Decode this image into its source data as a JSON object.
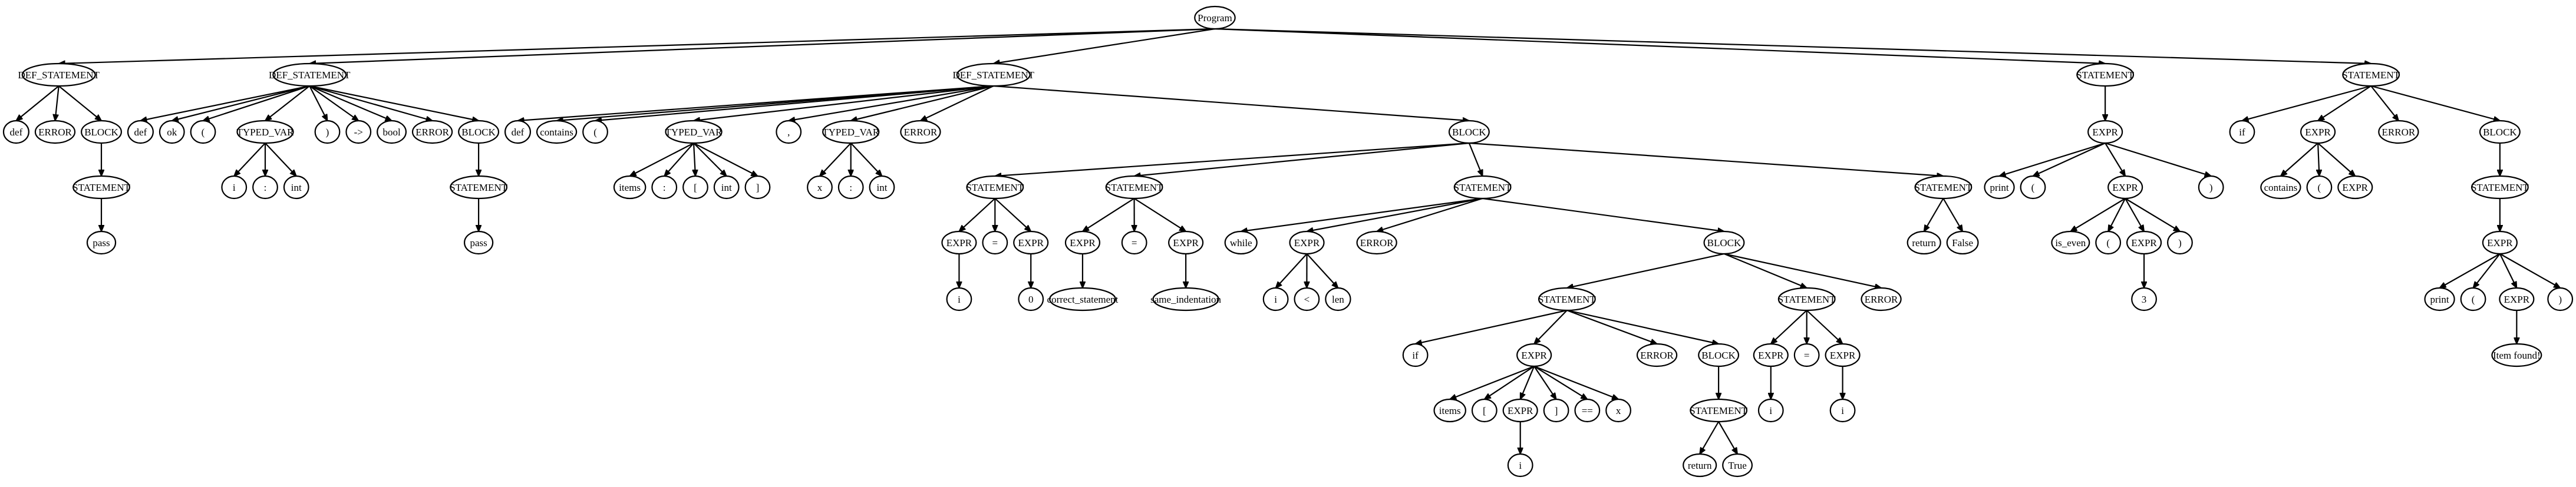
{
  "tree": {
    "label": "Program",
    "children": [
      {
        "label": "DEF_STATEMENT",
        "children": [
          {
            "label": "def"
          },
          {
            "label": "ERROR"
          },
          {
            "label": "BLOCK",
            "children": [
              {
                "label": "STATEMENT",
                "children": [
                  {
                    "label": "pass"
                  }
                ]
              }
            ]
          }
        ]
      },
      {
        "label": "DEF_STATEMENT",
        "children": [
          {
            "label": "def"
          },
          {
            "label": "ok"
          },
          {
            "label": "("
          },
          {
            "label": "TYPED_VAR",
            "children": [
              {
                "label": "i"
              },
              {
                "label": ":"
              },
              {
                "label": "int"
              }
            ]
          },
          {
            "label": ")"
          },
          {
            "label": "->"
          },
          {
            "label": "bool"
          },
          {
            "label": "ERROR"
          },
          {
            "label": "BLOCK",
            "children": [
              {
                "label": "STATEMENT",
                "children": [
                  {
                    "label": "pass"
                  }
                ]
              }
            ]
          }
        ]
      },
      {
        "label": "DEF_STATEMENT",
        "children": [
          {
            "label": "def"
          },
          {
            "label": "contains"
          },
          {
            "label": "("
          },
          {
            "label": "TYPED_VAR",
            "children": [
              {
                "label": "items"
              },
              {
                "label": ":"
              },
              {
                "label": "["
              },
              {
                "label": "int"
              },
              {
                "label": "]"
              }
            ]
          },
          {
            "label": ","
          },
          {
            "label": "TYPED_VAR",
            "children": [
              {
                "label": "x"
              },
              {
                "label": ":"
              },
              {
                "label": "int"
              }
            ]
          },
          {
            "label": "ERROR"
          },
          {
            "label": "BLOCK",
            "children": [
              {
                "label": "STATEMENT",
                "children": [
                  {
                    "label": "EXPR",
                    "children": [
                      {
                        "label": "i"
                      }
                    ]
                  },
                  {
                    "label": "="
                  },
                  {
                    "label": "EXPR",
                    "children": [
                      {
                        "label": "0"
                      }
                    ]
                  }
                ]
              },
              {
                "label": "STATEMENT",
                "children": [
                  {
                    "label": "EXPR",
                    "children": [
                      {
                        "label": "correct_statement"
                      }
                    ]
                  },
                  {
                    "label": "="
                  },
                  {
                    "label": "EXPR",
                    "children": [
                      {
                        "label": "same_indentation"
                      }
                    ]
                  }
                ]
              },
              {
                "label": "STATEMENT",
                "children": [
                  {
                    "label": "while"
                  },
                  {
                    "label": "EXPR",
                    "children": [
                      {
                        "label": "i"
                      },
                      {
                        "label": "<"
                      },
                      {
                        "label": "len"
                      }
                    ]
                  },
                  {
                    "label": "ERROR"
                  },
                  {
                    "label": "BLOCK",
                    "children": [
                      {
                        "label": "STATEMENT",
                        "children": [
                          {
                            "label": "if"
                          },
                          {
                            "label": "EXPR",
                            "children": [
                              {
                                "label": "items"
                              },
                              {
                                "label": "["
                              },
                              {
                                "label": "EXPR",
                                "children": [
                                  {
                                    "label": "i"
                                  }
                                ]
                              },
                              {
                                "label": "]"
                              },
                              {
                                "label": "=="
                              },
                              {
                                "label": "x"
                              }
                            ]
                          },
                          {
                            "label": "ERROR"
                          },
                          {
                            "label": "BLOCK",
                            "children": [
                              {
                                "label": "STATEMENT",
                                "children": [
                                  {
                                    "label": "return"
                                  },
                                  {
                                    "label": "True"
                                  }
                                ]
                              }
                            ]
                          }
                        ]
                      },
                      {
                        "label": "STATEMENT",
                        "children": [
                          {
                            "label": "EXPR",
                            "children": [
                              {
                                "label": "i"
                              }
                            ]
                          },
                          {
                            "label": "="
                          },
                          {
                            "label": "EXPR",
                            "children": [
                              {
                                "label": "i"
                              }
                            ]
                          }
                        ]
                      },
                      {
                        "label": "ERROR"
                      }
                    ]
                  }
                ]
              },
              {
                "label": "STATEMENT",
                "children": [
                  {
                    "label": "return"
                  },
                  {
                    "label": "False"
                  }
                ]
              }
            ]
          }
        ]
      },
      {
        "label": "STATEMENT",
        "children": [
          {
            "label": "EXPR",
            "children": [
              {
                "label": "print"
              },
              {
                "label": "("
              },
              {
                "label": "EXPR",
                "children": [
                  {
                    "label": "is_even"
                  },
                  {
                    "label": "("
                  },
                  {
                    "label": "EXPR",
                    "children": [
                      {
                        "label": "3"
                      }
                    ]
                  },
                  {
                    "label": ")"
                  }
                ]
              },
              {
                "label": ")"
              }
            ]
          }
        ]
      },
      {
        "label": "STATEMENT",
        "children": [
          {
            "label": "if"
          },
          {
            "label": "EXPR",
            "children": [
              {
                "label": "contains"
              },
              {
                "label": "("
              },
              {
                "label": "EXPR"
              }
            ]
          },
          {
            "label": "ERROR"
          },
          {
            "label": "BLOCK",
            "children": [
              {
                "label": "STATEMENT",
                "children": [
                  {
                    "label": "EXPR",
                    "children": [
                      {
                        "label": "print"
                      },
                      {
                        "label": "("
                      },
                      {
                        "label": "EXPR",
                        "children": [
                          {
                            "label": "Item found!"
                          }
                        ]
                      },
                      {
                        "label": ")"
                      }
                    ]
                  }
                ]
              }
            ]
          }
        ]
      }
    ]
  }
}
